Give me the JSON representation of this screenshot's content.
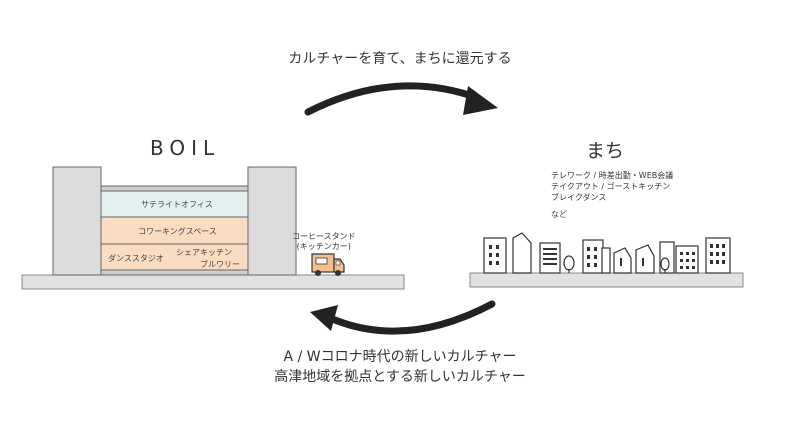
{
  "top_caption": "カルチャーを育て、まちに還元する",
  "boil": {
    "title": "BOIL",
    "floors": {
      "satellite_office": "サテライトオフィス",
      "coworking": "コワーキングスペース",
      "dance_studio": "ダンススタジオ",
      "share_kitchen": "シェアキッチン",
      "brewery": "ブルワリー"
    }
  },
  "truck": {
    "line1": "コーヒースタンド",
    "line2": "(キッチンカー)"
  },
  "machi": {
    "title": "まち",
    "items": [
      "テレワーク / 時差出勤・WEB会議",
      "テイクアウト / ゴーストキッチン",
      "ブレイクダンス"
    ],
    "etc": "など"
  },
  "bottom_caption": {
    "line1": "A / Wコロナ時代の新しいカルチャー",
    "line2": "高津地域を拠点とする新しいカルチャー"
  },
  "colors": {
    "office": "#e4f0ef",
    "coworking": "#f9dcc2",
    "lower": "#f9dcc2",
    "tower": "#dcdcdc",
    "ground": "#e2e2e2",
    "arrow": "#222222",
    "truck": "#f3bf8c"
  }
}
